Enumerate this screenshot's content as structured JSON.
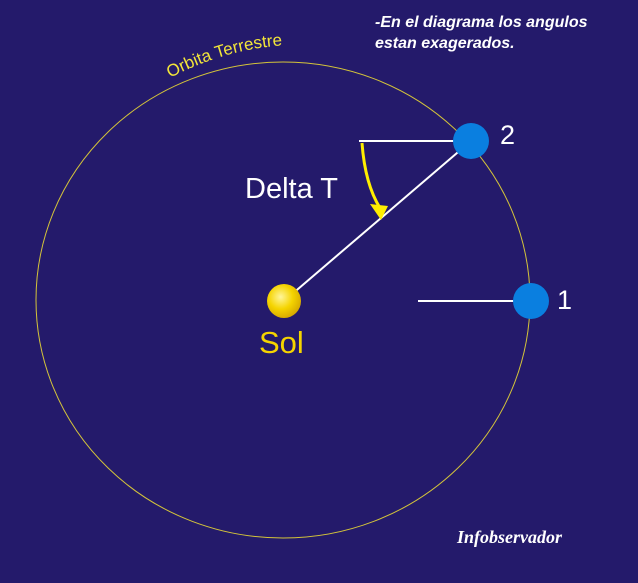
{
  "note": {
    "line1": "-En el diagrama los angulos",
    "line2": "estan exagerados."
  },
  "orbit_label": "Orbita Terrestre",
  "sun_label": "Sol",
  "angle_label": "Delta T",
  "earth_positions": [
    {
      "label": "1"
    },
    {
      "label": "2"
    }
  ],
  "credit": "Infobservador",
  "colors": {
    "background": "#241a6b",
    "orbit": "#d4c43a",
    "orbit_label": "#f2e53a",
    "sun": "#f5d400",
    "sun_label": "#f5d400",
    "earth": "#0a7fe0",
    "line": "#ffffff",
    "angle_arc": "#ffee00",
    "text": "#ffffff"
  }
}
